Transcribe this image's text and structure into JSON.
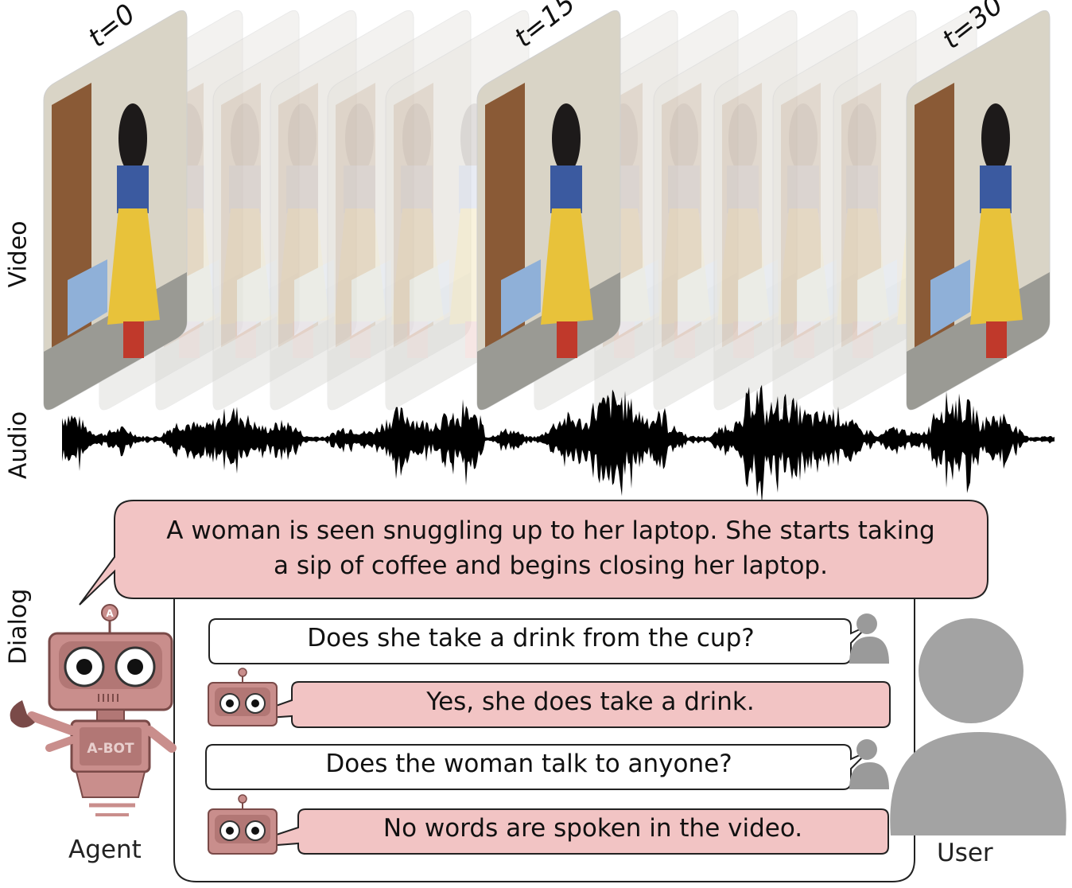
{
  "labels": {
    "video": "Video",
    "audio": "Audio",
    "dialog": "Dialog"
  },
  "timestamps": [
    "t=0",
    "t=15",
    "t=30"
  ],
  "caption": {
    "line1": "A woman is seen snuggling up to her laptop. She starts taking",
    "line2": "a sip of coffee and begins closing her laptop."
  },
  "dialog": [
    {
      "speaker": "user",
      "text": "Does she take a drink from the cup?"
    },
    {
      "speaker": "agent",
      "text": "Yes, she does take a drink."
    },
    {
      "speaker": "user",
      "text": "Does the woman talk to anyone?"
    },
    {
      "speaker": "agent",
      "text": "No words are spoken in the video."
    }
  ],
  "agent": {
    "name": "Agent",
    "badge": "A-BOT",
    "antenna_letter": "A"
  },
  "user": {
    "name": "User"
  },
  "colors": {
    "bubble_fill": "#f2c4c4",
    "robot_fill": "#c98e8c",
    "robot_dark": "#7a4a48",
    "user_gray": "#9a9a9a",
    "dress_yellow": "#e8c23a",
    "wall": "#e8e4da"
  }
}
